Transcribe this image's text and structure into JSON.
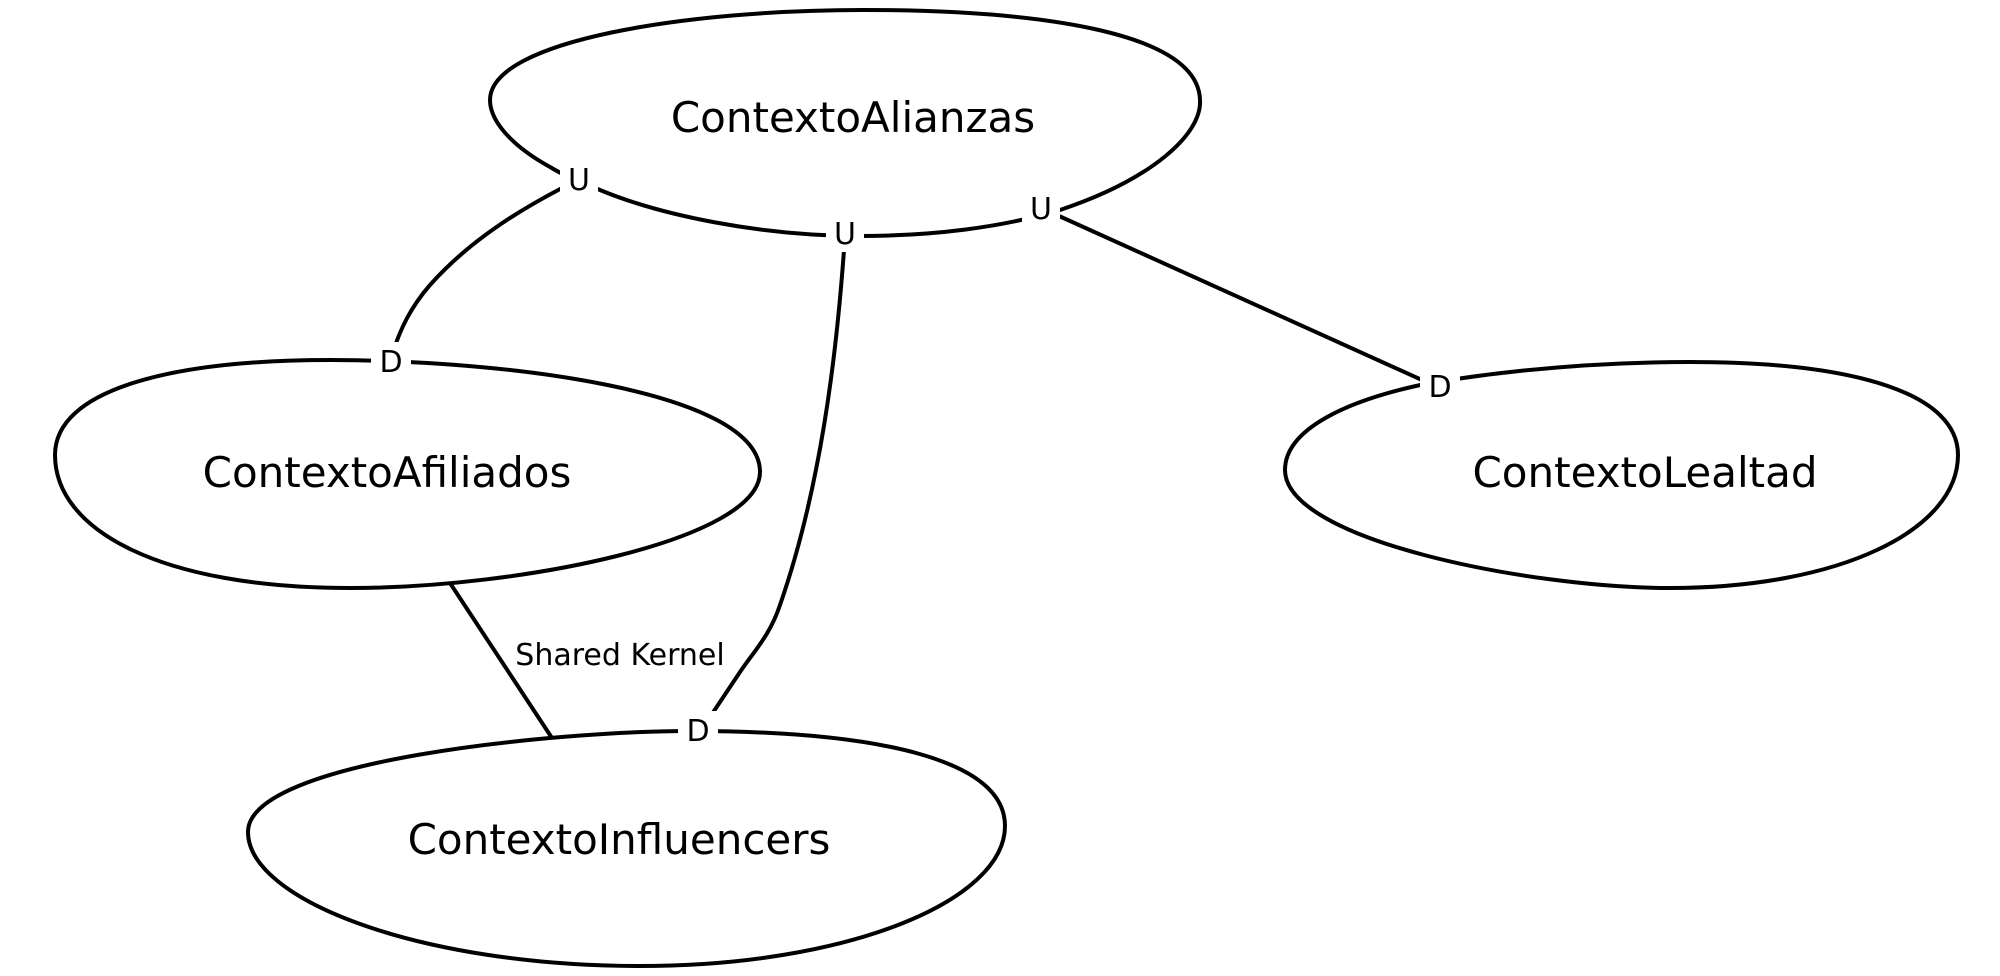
{
  "contexts": {
    "alianzas": "ContextoAlianzas",
    "afiliados": "ContextoAfiliados",
    "lealtad": "ContextoLealtad",
    "influencers": "ContextoInfluencers"
  },
  "relations": [
    {
      "from": "alianzas",
      "to": "afiliados",
      "upstream_mark": "U",
      "downstream_mark": "D"
    },
    {
      "from": "alianzas",
      "to": "influencers",
      "upstream_mark": "U",
      "downstream_mark": "D"
    },
    {
      "from": "alianzas",
      "to": "lealtad",
      "upstream_mark": "U",
      "downstream_mark": "D"
    },
    {
      "from": "afiliados",
      "to": "influencers",
      "label": "Shared Kernel"
    }
  ]
}
